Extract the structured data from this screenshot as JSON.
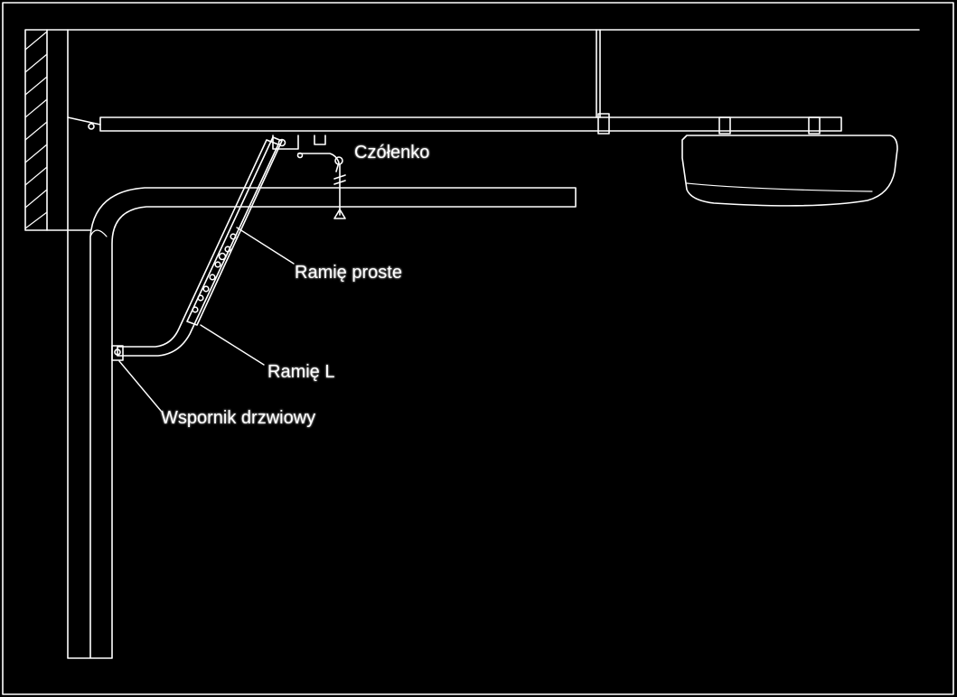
{
  "diagram": {
    "labels": {
      "czolenko": "Czółenko",
      "ramie_proste": "Ramię proste",
      "ramie_l": "Ramię L",
      "wspornik": "Wspornik drzwiowy"
    },
    "colors": {
      "background": "#000000",
      "lines": "#ffffff"
    }
  }
}
